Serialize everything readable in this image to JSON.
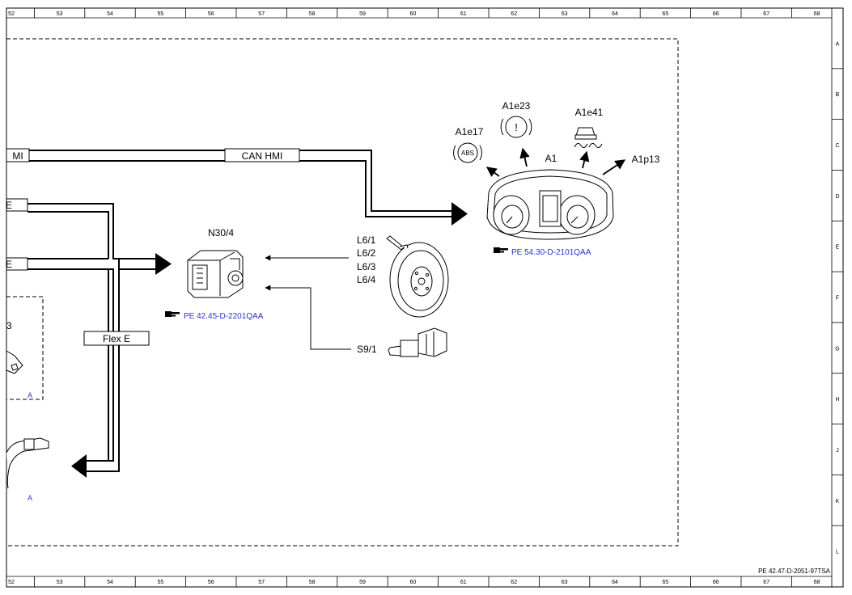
{
  "grid": {
    "columns": [
      "52",
      "53",
      "54",
      "55",
      "56",
      "57",
      "58",
      "59",
      "60",
      "61",
      "62",
      "63",
      "64",
      "65",
      "66",
      "67",
      "68"
    ],
    "rows": [
      "A",
      "B",
      "C",
      "D",
      "E",
      "F",
      "G",
      "H",
      "J",
      "K",
      "L"
    ]
  },
  "buses": {
    "can_hmi": "CAN HMI",
    "flex_e": "Flex E",
    "hmi_stub": "MI",
    "stub_e": "E"
  },
  "components": {
    "n30_4": "N30/4",
    "a1": "A1",
    "a1e17": "A1e17",
    "a1e23": "A1e23",
    "a1e41": "A1e41",
    "a1p13": "A1p13",
    "abs_glyph": "ABS",
    "brake_glyph": "!",
    "l6": [
      "L6/1",
      "L6/2",
      "L6/3",
      "L6/4"
    ],
    "s9_1": "S9/1",
    "partial_b": "3",
    "partial_a1": "A",
    "partial_a2": "A"
  },
  "references": {
    "esp": "PE 42.45-D-2201QAA",
    "cluster": "PE 54.30-D-2101QAA",
    "pointer_icon": "pointing-hand-icon"
  },
  "footer": {
    "doc_id": "PE 42.47-D-2051-97TSA"
  },
  "colors": {
    "line": "#000000",
    "reference": "#2e2ed0",
    "background": "#ffffff"
  }
}
